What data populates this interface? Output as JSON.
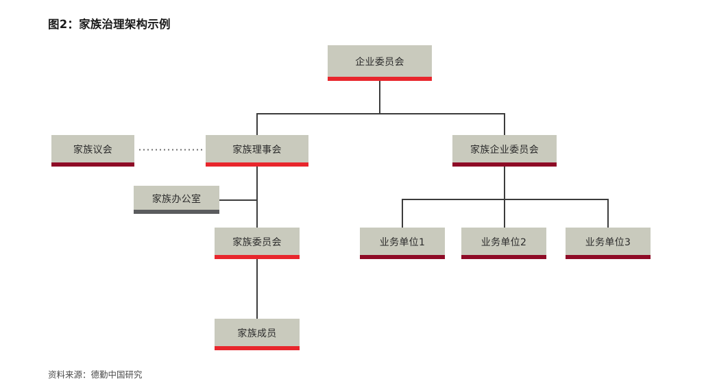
{
  "figure": {
    "title": "图2：家族治理架构示例",
    "source": "资料来源：德勤中国研究"
  },
  "colors": {
    "box_fill": "#c9cabd",
    "accent_bright_red": "#e8262c",
    "accent_dark_red": "#8e0b26",
    "accent_gray": "#5b5c5e",
    "connector": "#3b3b3b",
    "dotted_connector": "#6d6d6d",
    "title_text": "#1a1a1a",
    "node_text": "#2b2b2b",
    "source_text": "#4a4a4a",
    "background": "#ffffff"
  },
  "chart_data": {
    "type": "diagram",
    "subtype": "organizational-hierarchy-tree",
    "title": "图2：家族治理架构示例",
    "nodes": [
      {
        "id": "enterprise-committee",
        "label": "企业委员会",
        "level": 0,
        "accent": "bright-red"
      },
      {
        "id": "family-assembly",
        "label": "家族议会",
        "level": 1,
        "accent": "dark-red"
      },
      {
        "id": "family-council",
        "label": "家族理事会",
        "level": 1,
        "accent": "bright-red"
      },
      {
        "id": "family-business-committee",
        "label": "家族企业委员会",
        "level": 1,
        "accent": "dark-red"
      },
      {
        "id": "family-office",
        "label": "家族办公室",
        "level": 2,
        "accent": "gray"
      },
      {
        "id": "family-committee",
        "label": "家族委员会",
        "level": 2,
        "accent": "bright-red"
      },
      {
        "id": "business-unit-1",
        "label": "业务单位1",
        "level": 2,
        "accent": "dark-red"
      },
      {
        "id": "business-unit-2",
        "label": "业务单位2",
        "level": 2,
        "accent": "dark-red"
      },
      {
        "id": "business-unit-3",
        "label": "业务单位3",
        "level": 2,
        "accent": "dark-red"
      },
      {
        "id": "family-members",
        "label": "家族成员",
        "level": 3,
        "accent": "bright-red"
      }
    ],
    "edges": [
      {
        "from": "enterprise-committee",
        "to": "family-council",
        "style": "solid"
      },
      {
        "from": "enterprise-committee",
        "to": "family-business-committee",
        "style": "solid"
      },
      {
        "from": "family-assembly",
        "to": "family-council",
        "style": "dotted"
      },
      {
        "from": "family-council",
        "to": "family-committee",
        "style": "solid"
      },
      {
        "from": "family-office",
        "to": "family-council",
        "style": "solid"
      },
      {
        "from": "family-committee",
        "to": "family-members",
        "style": "solid"
      },
      {
        "from": "family-business-committee",
        "to": "business-unit-1",
        "style": "solid"
      },
      {
        "from": "family-business-committee",
        "to": "business-unit-2",
        "style": "solid"
      },
      {
        "from": "family-business-committee",
        "to": "business-unit-3",
        "style": "solid"
      }
    ],
    "source": "资料来源：德勤中国研究"
  },
  "nodes": {
    "enterprise_committee": "企业委员会",
    "family_assembly": "家族议会",
    "family_council": "家族理事会",
    "family_business_committee": "家族企业委员会",
    "family_office": "家族办公室",
    "family_committee": "家族委员会",
    "business_unit_1": "业务单位1",
    "business_unit_2": "业务单位2",
    "business_unit_3": "业务单位3",
    "family_members": "家族成员"
  }
}
